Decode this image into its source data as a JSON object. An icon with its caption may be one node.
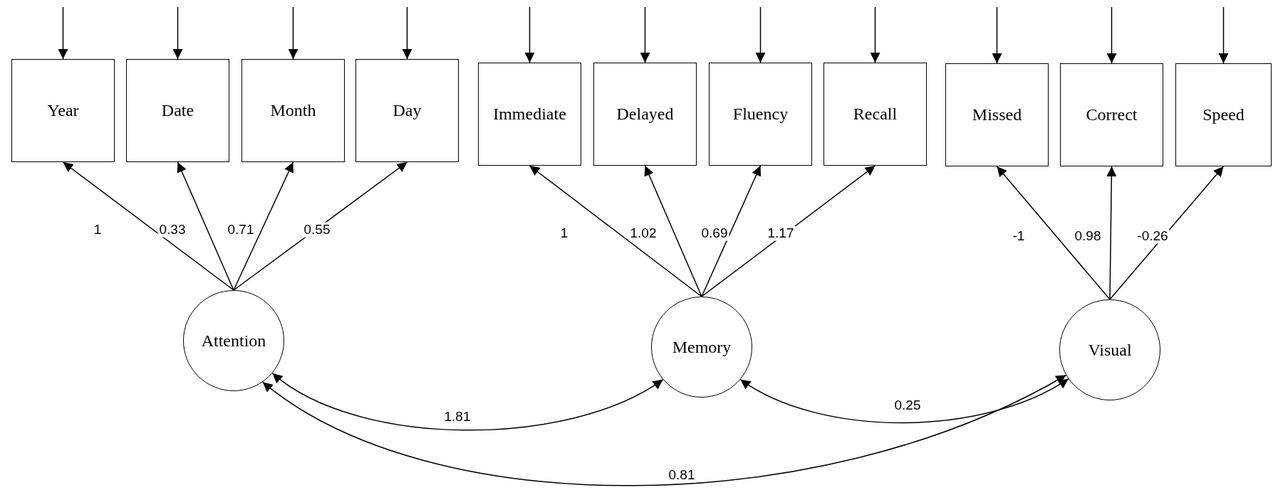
{
  "diagram": {
    "nodes": [
      {
        "text": [
          "Year"
        ]
      },
      {
        "text": [
          "Date"
        ]
      },
      {
        "text": [
          "Month"
        ]
      },
      {
        "text": [
          "Day"
        ]
      },
      {
        "text": [
          "Immediate"
        ]
      },
      {
        "text": [
          "Delayed"
        ]
      },
      {
        "text": [
          "Fluency"
        ]
      },
      {
        "text": [
          "Recall"
        ]
      },
      {
        "text": [
          "Missed"
        ]
      },
      {
        "text": [
          "Correct"
        ]
      },
      {
        "text": [
          "Speed"
        ]
      },
      {
        "text": [
          "Attention"
        ]
      },
      {
        "text": [
          "Memory"
        ]
      },
      {
        "text": [
          "Visual"
        ]
      }
    ],
    "edges": [
      {
        "from": 11,
        "to": 0,
        "arrow": "to",
        "label": "1"
      },
      {
        "from": 11,
        "to": 1,
        "arrow": "to",
        "label": "0.33"
      },
      {
        "from": 11,
        "to": 2,
        "arrow": "to",
        "label": "0.71"
      },
      {
        "from": 11,
        "to": 3,
        "arrow": "to",
        "label": "0.55"
      },
      {
        "from": 12,
        "to": 4,
        "arrow": "to",
        "label": "1"
      },
      {
        "from": 12,
        "to": 5,
        "arrow": "to",
        "label": "1.02"
      },
      {
        "from": 12,
        "to": 6,
        "arrow": "to",
        "label": "0.69"
      },
      {
        "from": 12,
        "to": 7,
        "arrow": "to",
        "label": "1.17"
      },
      {
        "from": 13,
        "to": 8,
        "arrow": "to",
        "label": "-1"
      },
      {
        "from": 13,
        "to": 9,
        "arrow": "to",
        "label": "0.98"
      },
      {
        "from": 13,
        "to": 10,
        "arrow": "to",
        "label": "-0.26"
      },
      {
        "from": 11,
        "to": 12,
        "arrow": "both",
        "label": "1.81"
      },
      {
        "from": 12,
        "to": 13,
        "arrow": "both",
        "label": "0.25"
      },
      {
        "from": 11,
        "to": 13,
        "arrow": "both",
        "label": "0.81"
      },
      {
        "from": null,
        "to": 0,
        "arrow": "to"
      },
      {
        "from": null,
        "to": 1,
        "arrow": "to"
      },
      {
        "from": null,
        "to": 2,
        "arrow": "to"
      },
      {
        "from": null,
        "to": 3,
        "arrow": "to"
      },
      {
        "from": null,
        "to": 4,
        "arrow": "to"
      },
      {
        "from": null,
        "to": 5,
        "arrow": "to"
      },
      {
        "from": null,
        "to": 6,
        "arrow": "to"
      },
      {
        "from": null,
        "to": 7,
        "arrow": "to"
      },
      {
        "from": null,
        "to": 8,
        "arrow": "to"
      },
      {
        "from": null,
        "to": 9,
        "arrow": "to"
      },
      {
        "from": null,
        "to": 10,
        "arrow": "to"
      }
    ]
  }
}
